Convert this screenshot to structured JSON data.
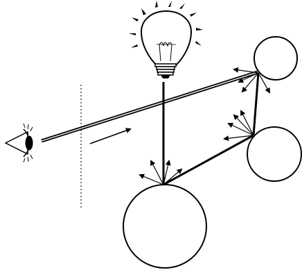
{
  "diagram": {
    "stroke_color": "#000000",
    "background_color": "#ffffff",
    "nodes": [
      {
        "id": "eye",
        "icon": "eye-icon"
      },
      {
        "id": "image-plane",
        "icon": "dotted-screen"
      },
      {
        "id": "light",
        "icon": "light-bulb-icon",
        "rays": 10
      },
      {
        "id": "sphere-top-right",
        "shape": "circle"
      },
      {
        "id": "sphere-mid-right",
        "shape": "circle"
      },
      {
        "id": "sphere-bottom",
        "shape": "circle"
      }
    ],
    "paths": [
      {
        "id": "eye-ray",
        "from": "eye",
        "to": "sphere-top-right",
        "style": "double-line"
      },
      {
        "id": "reflect-1",
        "from": "sphere-top-right",
        "to": "sphere-mid-right"
      },
      {
        "id": "reflect-2",
        "from": "sphere-mid-right",
        "to": "sphere-bottom"
      },
      {
        "id": "shadow-ray",
        "from": "sphere-bottom",
        "to": "light"
      }
    ],
    "direction_arrow": "arrow-right"
  }
}
